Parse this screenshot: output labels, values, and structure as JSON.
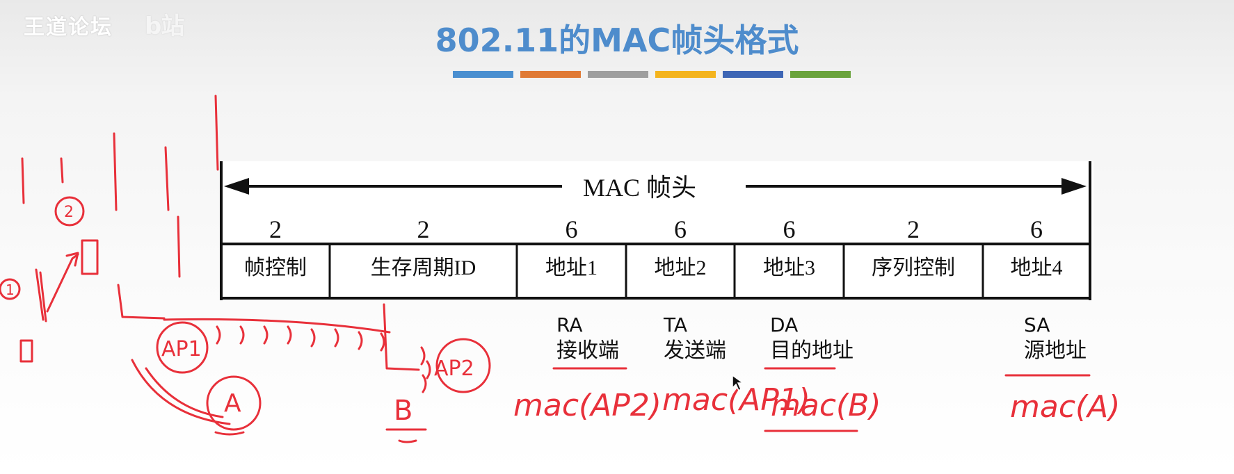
{
  "watermark": {
    "text": "王道论坛",
    "logo_text": "b站"
  },
  "slide": {
    "title": "802.11的MAC帧头格式",
    "color_bars": [
      "#4a8fd0",
      "#e07a35",
      "#9e9e9e",
      "#f4b41e",
      "#3e66b5",
      "#6aa33c"
    ]
  },
  "frame": {
    "header_label": "MAC 帧头",
    "fields": [
      {
        "label": "帧控制",
        "bytes": "2"
      },
      {
        "label": "生存周期ID",
        "bytes": "2"
      },
      {
        "label": "地址1",
        "bytes": "6"
      },
      {
        "label": "地址2",
        "bytes": "6"
      },
      {
        "label": "地址3",
        "bytes": "6"
      },
      {
        "label": "序列控制",
        "bytes": "2"
      },
      {
        "label": "地址4",
        "bytes": "6"
      }
    ]
  },
  "annotations": [
    {
      "abbr": "RA",
      "name": "接收端",
      "handwritten": "mac(AP2)"
    },
    {
      "abbr": "TA",
      "name": "发送端",
      "handwritten": "mac(AP1)"
    },
    {
      "abbr": "DA",
      "name": "目的地址",
      "handwritten": "mac(B)"
    },
    {
      "abbr": "SA",
      "name": "源地址",
      "handwritten": "mac(A)"
    }
  ],
  "sketch": {
    "ap1": "AP1",
    "ap2": "AP2",
    "station_a": "A",
    "station_b": "B",
    "circle_1": "1",
    "circle_2": "2"
  },
  "colors": {
    "title": "#4e8ccc",
    "ink": "#e8303a"
  }
}
